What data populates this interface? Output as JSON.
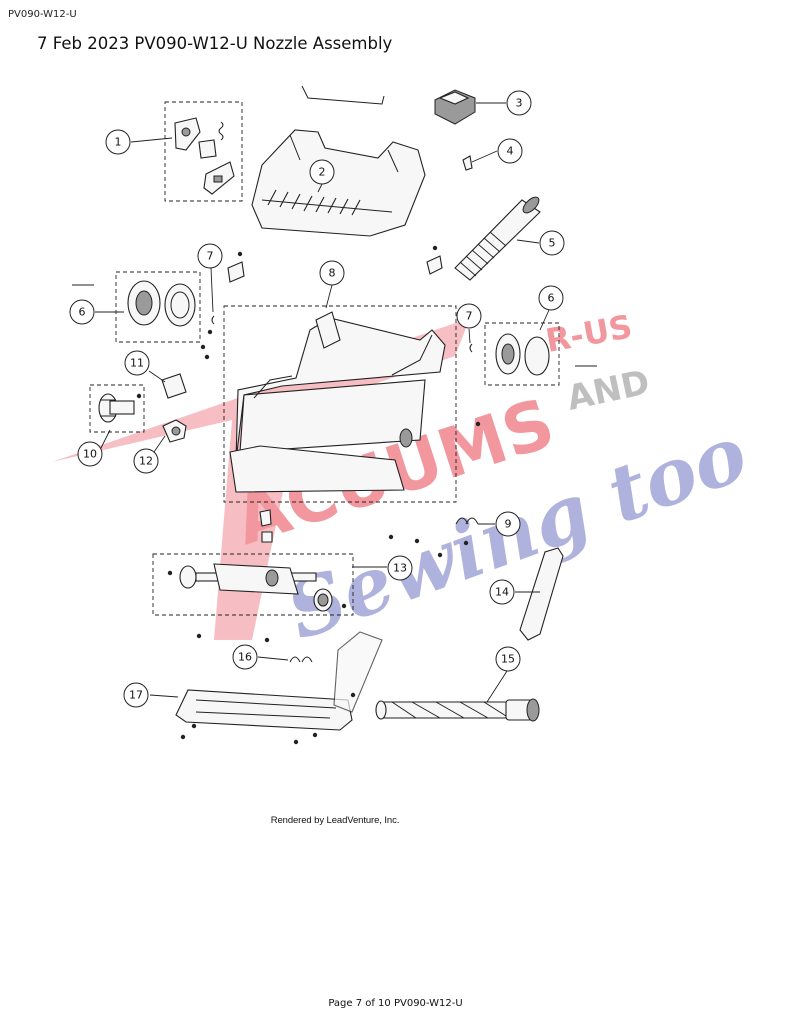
{
  "header": {
    "doc_id": "PV090-W12-U",
    "title": "7 Feb 2023 PV090-W12-U Nozzle Assembly"
  },
  "watermark": {
    "line1": "ACUUMS",
    "line2": "R-US",
    "line3": "AND",
    "line4": "Sewing too",
    "colors": {
      "red": "#e8434f",
      "gray": "#8c8c8c",
      "blue": "#6e74c0"
    }
  },
  "callouts": [
    {
      "number": "1"
    },
    {
      "number": "2"
    },
    {
      "number": "3"
    },
    {
      "number": "4"
    },
    {
      "number": "5"
    },
    {
      "number": "6"
    },
    {
      "number": "6"
    },
    {
      "number": "7"
    },
    {
      "number": "7"
    },
    {
      "number": "8"
    },
    {
      "number": "9"
    },
    {
      "number": "10"
    },
    {
      "number": "11"
    },
    {
      "number": "12"
    },
    {
      "number": "13"
    },
    {
      "number": "14"
    },
    {
      "number": "15"
    },
    {
      "number": "16"
    },
    {
      "number": "17"
    }
  ],
  "rendered_by": "Rendered by LeadVenture, Inc.",
  "footer": "Page 7 of 10 PV090-W12-U"
}
